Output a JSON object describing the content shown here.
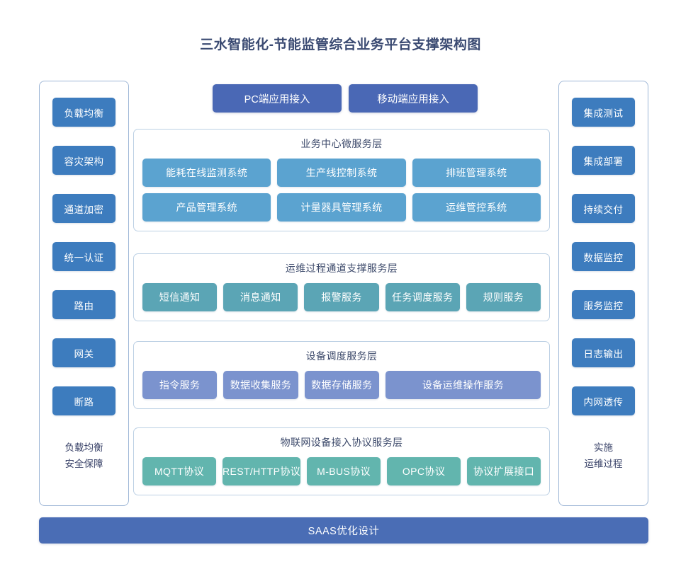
{
  "title": "三水智能化-节能监管综合业务平台支撑架构图",
  "colors": {
    "title": "#3a4a72",
    "side_chip": "#3d7cbe",
    "access_chip": "#4a68b5",
    "business_node": "#5ba3d0",
    "ops_node": "#5ba5b5",
    "device_node": "#7b93ce",
    "iot_node": "#62b5ae",
    "bottom_bar": "#4a6db5",
    "panel_border": "#bcd0e4",
    "side_border": "#9db6d6"
  },
  "left_column": {
    "items": [
      {
        "label": "负载均衡"
      },
      {
        "label": "容灾架构"
      },
      {
        "label": "通道加密"
      },
      {
        "label": "统一认证"
      },
      {
        "label": "路由"
      },
      {
        "label": "网关"
      },
      {
        "label": "断路"
      }
    ],
    "caption_line1": "负载均衡",
    "caption_line2": "安全保障"
  },
  "right_column": {
    "items": [
      {
        "label": "集成测试"
      },
      {
        "label": "集成部署"
      },
      {
        "label": "持续交付"
      },
      {
        "label": "数据监控"
      },
      {
        "label": "服务监控"
      },
      {
        "label": "日志输出"
      },
      {
        "label": "内网透传"
      }
    ],
    "caption_line1": "实施",
    "caption_line2": "运维过程"
  },
  "access_row": {
    "items": [
      {
        "label": "PC端应用接入"
      },
      {
        "label": "移动端应用接入"
      }
    ]
  },
  "layers": [
    {
      "id": "business",
      "title": "业务中心微服务层",
      "rows": [
        [
          {
            "label": "能耗在线监测系统"
          },
          {
            "label": "生产线控制系统"
          },
          {
            "label": "排班管理系统"
          }
        ],
        [
          {
            "label": "产品管理系统"
          },
          {
            "label": "计量器具管理系统"
          },
          {
            "label": "运维管控系统"
          }
        ]
      ]
    },
    {
      "id": "ops",
      "title": "运维过程通道支撑服务层",
      "rows": [
        [
          {
            "label": "短信通知"
          },
          {
            "label": "消息通知"
          },
          {
            "label": "报警服务"
          },
          {
            "label": "任务调度服务"
          },
          {
            "label": "规则服务"
          }
        ]
      ]
    },
    {
      "id": "device",
      "title": "设备调度服务层",
      "rows": [
        [
          {
            "label": "指令服务"
          },
          {
            "label": "数据收集服务"
          },
          {
            "label": "数据存储服务"
          },
          {
            "label": "设备运维操作服务",
            "wide": true
          }
        ]
      ]
    },
    {
      "id": "iot",
      "title": "物联网设备接入协议服务层",
      "rows": [
        [
          {
            "label": "MQTT协议"
          },
          {
            "label": "REST/HTTP协议"
          },
          {
            "label": "M-BUS协议"
          },
          {
            "label": "OPC协议"
          },
          {
            "label": "协议扩展接口"
          }
        ]
      ]
    }
  ],
  "bottom_bar": {
    "label": "SAAS优化设计"
  }
}
